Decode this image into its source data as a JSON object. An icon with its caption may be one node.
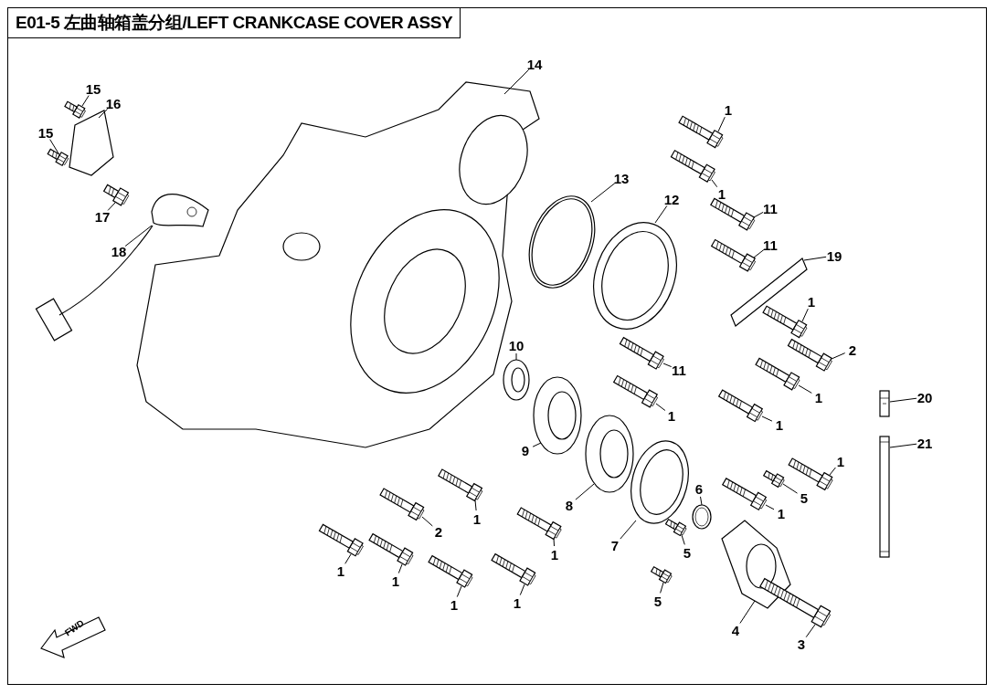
{
  "diagram": {
    "title": "E01-5 左曲轴箱盖分组/LEFT CRANKCASE COVER ASSY",
    "nodes": [
      {
        "text": [
          "15"
        ]
      },
      {
        "text": [
          "16"
        ]
      },
      {
        "text": [
          "15"
        ]
      },
      {
        "text": [
          "17"
        ]
      },
      {
        "text": [
          "18"
        ]
      },
      {
        "text": [
          "14"
        ]
      },
      {
        "text": [
          "1"
        ]
      },
      {
        "text": [
          "1"
        ]
      },
      {
        "text": [
          "13"
        ]
      },
      {
        "text": [
          "12"
        ]
      },
      {
        "text": [
          "11"
        ]
      },
      {
        "text": [
          "11"
        ]
      },
      {
        "text": [
          "19"
        ]
      },
      {
        "text": [
          "1"
        ]
      },
      {
        "text": [
          "2"
        ]
      },
      {
        "text": [
          "11"
        ]
      },
      {
        "text": [
          "1"
        ]
      },
      {
        "text": [
          "1"
        ]
      },
      {
        "text": [
          "1"
        ]
      },
      {
        "text": [
          "10"
        ]
      },
      {
        "text": [
          "9"
        ]
      },
      {
        "text": [
          "8"
        ]
      },
      {
        "text": [
          "20"
        ]
      },
      {
        "text": [
          "21"
        ]
      },
      {
        "text": [
          "1"
        ]
      },
      {
        "text": [
          "5"
        ]
      },
      {
        "text": [
          "1"
        ]
      },
      {
        "text": [
          "6"
        ]
      },
      {
        "text": [
          "7"
        ]
      },
      {
        "text": [
          "5"
        ]
      },
      {
        "text": [
          "5"
        ]
      },
      {
        "text": [
          "1"
        ]
      },
      {
        "text": [
          "2"
        ]
      },
      {
        "text": [
          "1"
        ]
      },
      {
        "text": [
          "1"
        ]
      },
      {
        "text": [
          "1"
        ]
      },
      {
        "text": [
          "1"
        ]
      },
      {
        "text": [
          "1"
        ]
      },
      {
        "text": [
          "4"
        ]
      },
      {
        "text": [
          "3"
        ]
      },
      {
        "text": [],
        "shape": "picture"
      },
      {
        "text": [],
        "shape": "picture"
      },
      {
        "text": [],
        "shape": "picture"
      },
      {
        "text": [],
        "shape": "picture"
      },
      {
        "text": [],
        "shape": "picture"
      },
      {
        "text": [],
        "shape": "picture"
      },
      {
        "text": [],
        "shape": "picture"
      },
      {
        "text": [],
        "shape": "picture"
      },
      {
        "text": [],
        "shape": "picture"
      },
      {
        "text": [],
        "shape": "picture"
      },
      {
        "text": [],
        "shape": "picture"
      },
      {
        "text": [],
        "shape": "picture"
      },
      {
        "text": [],
        "shape": "picture"
      },
      {
        "text": [],
        "shape": "picture"
      },
      {
        "text": [],
        "shape": "picture"
      },
      {
        "text": [],
        "shape": "picture"
      },
      {
        "text": [],
        "shape": "picture"
      },
      {
        "text": [],
        "shape": "picture"
      },
      {
        "text": [],
        "shape": "picture"
      },
      {
        "text": [],
        "shape": "picture"
      },
      {
        "text": [],
        "shape": "picture"
      },
      {
        "text": [],
        "shape": "picture"
      },
      {
        "text": [],
        "shape": "picture"
      },
      {
        "text": [],
        "shape": "picture"
      },
      {
        "text": [],
        "shape": "picture"
      },
      {
        "text": [],
        "shape": "picture"
      },
      {
        "text": [],
        "shape": "picture"
      },
      {
        "text": [],
        "shape": "picture"
      },
      {
        "text": [],
        "shape": "picture"
      },
      {
        "text": [],
        "shape": "picture"
      },
      {
        "text": [],
        "shape": "picture"
      },
      {
        "text": [],
        "shape": "picture"
      },
      {
        "text": [],
        "shape": "picture"
      },
      {
        "text": [],
        "shape": "picture"
      },
      {
        "text": [],
        "shape": "picture"
      },
      {
        "text": [],
        "shape": "picture"
      },
      {
        "text": [],
        "shape": "picture"
      },
      {
        "text": [],
        "shape": "picture"
      },
      {
        "text": [],
        "shape": "picture"
      },
      {
        "text": [],
        "shape": "picture"
      }
    ],
    "edges": [
      {
        "from": 0,
        "to": 40,
        "arrow": "none"
      },
      {
        "from": 1,
        "to": 41,
        "arrow": "none"
      },
      {
        "from": 2,
        "to": 42,
        "arrow": "none"
      },
      {
        "from": 3,
        "to": 43,
        "arrow": "none"
      },
      {
        "from": 4,
        "to": 44,
        "arrow": "none"
      },
      {
        "from": 5,
        "to": 45,
        "arrow": "none"
      },
      {
        "from": 6,
        "to": 46,
        "arrow": "none"
      },
      {
        "from": 7,
        "to": 47,
        "arrow": "none"
      },
      {
        "from": 8,
        "to": 48,
        "arrow": "none"
      },
      {
        "from": 9,
        "to": 49,
        "arrow": "none"
      },
      {
        "from": 10,
        "to": 50,
        "arrow": "none"
      },
      {
        "from": 11,
        "to": 51,
        "arrow": "none"
      },
      {
        "from": 12,
        "to": 52,
        "arrow": "none"
      },
      {
        "from": 13,
        "to": 53,
        "arrow": "none"
      },
      {
        "from": 14,
        "to": 54,
        "arrow": "none"
      },
      {
        "from": 15,
        "to": 55,
        "arrow": "none"
      },
      {
        "from": 16,
        "to": 56,
        "arrow": "none"
      },
      {
        "from": 17,
        "to": 57,
        "arrow": "none"
      },
      {
        "from": 18,
        "to": 58,
        "arrow": "none"
      },
      {
        "from": 19,
        "to": 59,
        "arrow": "none"
      },
      {
        "from": 20,
        "to": 60,
        "arrow": "none"
      },
      {
        "from": 21,
        "to": 61,
        "arrow": "none"
      },
      {
        "from": 22,
        "to": 62,
        "arrow": "none"
      },
      {
        "from": 23,
        "to": 63,
        "arrow": "none"
      },
      {
        "from": 24,
        "to": 64,
        "arrow": "none"
      },
      {
        "from": 25,
        "to": 65,
        "arrow": "none"
      },
      {
        "from": 26,
        "to": 66,
        "arrow": "none"
      },
      {
        "from": 27,
        "to": 67,
        "arrow": "none"
      },
      {
        "from": 28,
        "to": 68,
        "arrow": "none"
      },
      {
        "from": 29,
        "to": 69,
        "arrow": "none"
      },
      {
        "from": 30,
        "to": 70,
        "arrow": "none"
      },
      {
        "from": 31,
        "to": 71,
        "arrow": "none"
      },
      {
        "from": 32,
        "to": 72,
        "arrow": "none"
      },
      {
        "from": 33,
        "to": 73,
        "arrow": "none"
      },
      {
        "from": 34,
        "to": 74,
        "arrow": "none"
      },
      {
        "from": 35,
        "to": 75,
        "arrow": "none"
      },
      {
        "from": 36,
        "to": 76,
        "arrow": "none"
      },
      {
        "from": 37,
        "to": 77,
        "arrow": "none"
      },
      {
        "from": 38,
        "to": 78,
        "arrow": "none"
      },
      {
        "from": 39,
        "to": 79,
        "arrow": "none"
      }
    ],
    "labels": [
      "FWD"
    ]
  }
}
